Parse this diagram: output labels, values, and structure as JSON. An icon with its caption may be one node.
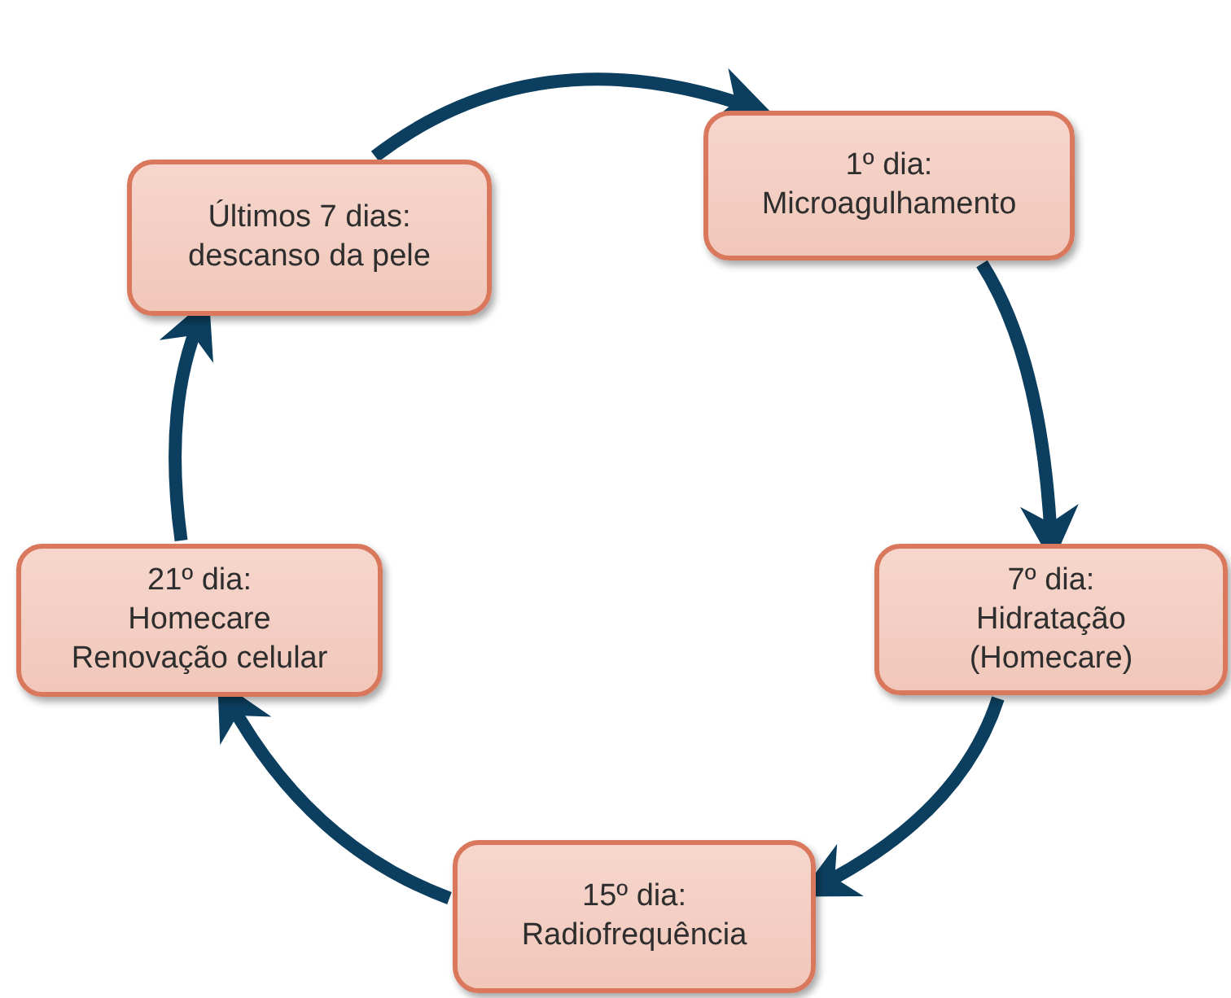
{
  "diagram": {
    "nodes": [
      {
        "text": [
          "Últimos 7 dias:",
          "descanso da pele"
        ]
      },
      {
        "text": [
          "1º dia:",
          "Microagulhamento"
        ]
      },
      {
        "text": [
          "7º dia:",
          "Hidratação",
          "(Homecare)"
        ]
      },
      {
        "text": [
          "15º dia:",
          "Radiofrequência"
        ]
      },
      {
        "text": [
          "21º dia:",
          "Homecare",
          "Renovação celular"
        ]
      }
    ],
    "edges": [
      {
        "from": 0,
        "to": 1,
        "arrow": "to"
      },
      {
        "from": 1,
        "to": 2,
        "arrow": "to"
      },
      {
        "from": 2,
        "to": 3,
        "arrow": "to"
      },
      {
        "from": 3,
        "to": 4,
        "arrow": "to"
      },
      {
        "from": 4,
        "to": 0,
        "arrow": "to"
      }
    ]
  }
}
